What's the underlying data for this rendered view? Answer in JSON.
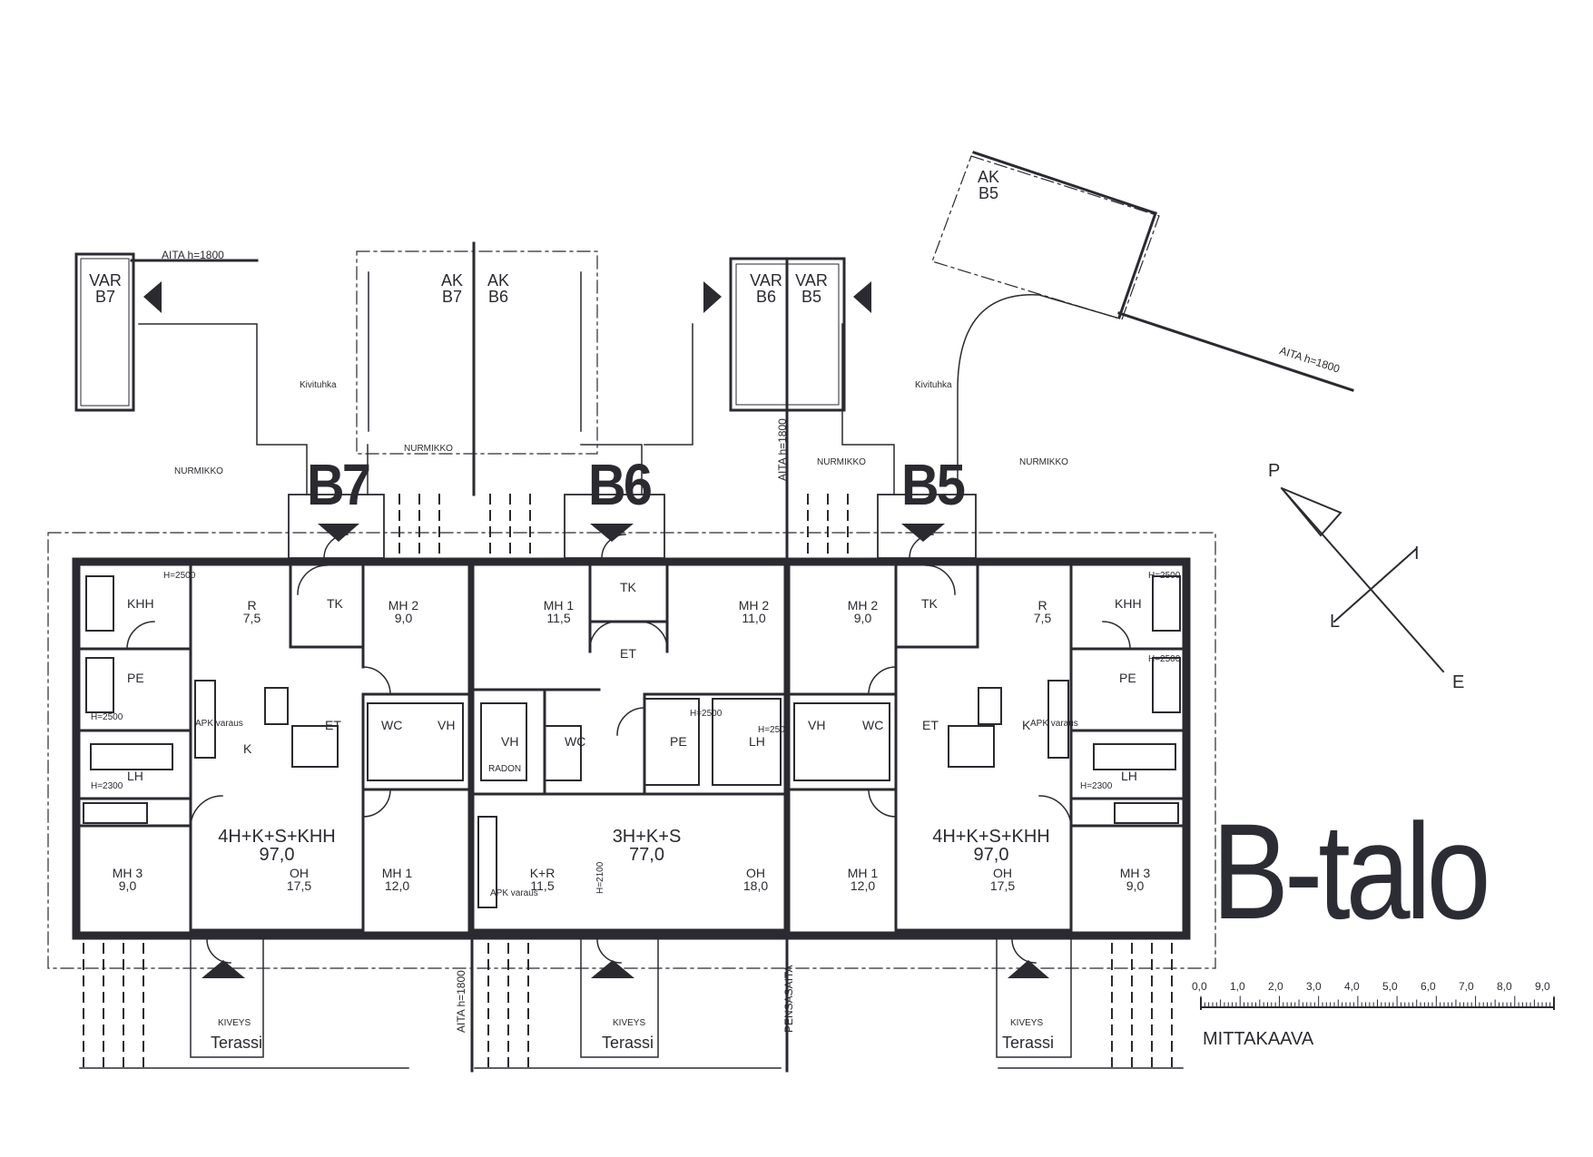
{
  "title": "B-talo",
  "units": [
    "B7",
    "B6",
    "B5"
  ],
  "scale": {
    "label": "MITTAKAAVA",
    "ticks": [
      "0,0",
      "1,0",
      "2,0",
      "3,0",
      "4,0",
      "5,0",
      "6,0",
      "7,0",
      "8,0",
      "9,0"
    ]
  },
  "compass": {
    "p": "P",
    "i": "I",
    "l": "L",
    "e": "E"
  },
  "outbuildings": {
    "var_b7": [
      "VAR",
      "B7"
    ],
    "ak_b7": [
      "AK",
      "B7"
    ],
    "ak_b6": [
      "AK",
      "B6"
    ],
    "var_b6": [
      "VAR",
      "B6"
    ],
    "var_b5": [
      "VAR",
      "B5"
    ],
    "ak_b5": [
      "AK",
      "B5"
    ]
  },
  "site": {
    "fence": "AITA h=1800",
    "hedge": "PENSASAITA",
    "lawn": "NURMIKKO",
    "stone_ash": "Kivituhka",
    "paving": "KIVEYS",
    "terrace": "Terassi"
  },
  "apartments": {
    "b7": {
      "type": "4H+K+S+KHH",
      "area": "97,0",
      "rooms": {
        "khh": "KHH",
        "pe": "PE",
        "lh": "LH",
        "k": "K",
        "apk": "APK varaus",
        "r": [
          "R",
          "7,5"
        ],
        "tk": "TK",
        "mh2": [
          "MH 2",
          "9,0"
        ],
        "et": "ET",
        "wc": "WC",
        "vh": "VH",
        "mh3": [
          "MH 3",
          "9,0"
        ],
        "oh": [
          "OH",
          "17,5"
        ],
        "mh1": [
          "MH 1",
          "12,0"
        ],
        "h2500a": "H=2500",
        "h2500b": "H=2500",
        "h2300": "H=2300"
      }
    },
    "b6": {
      "type": "3H+K+S",
      "area": "77,0",
      "rooms": {
        "mh1": [
          "MH 1",
          "11,5"
        ],
        "tk": "TK",
        "et": "ET",
        "mh2": [
          "MH 2",
          "11,0"
        ],
        "vh": "VH",
        "wc": "WC",
        "radon": "RADON",
        "pe": "PE",
        "lh": "LH",
        "kr": [
          "K+R",
          "11,5"
        ],
        "apk": "APK varaus",
        "oh": [
          "OH",
          "18,0"
        ],
        "h2500a": "H=2500",
        "h2500b": "H=2500",
        "h2100": "H=2100"
      }
    },
    "b5": {
      "type": "4H+K+S+KHH",
      "area": "97,0",
      "rooms": {
        "mh2": [
          "MH 2",
          "9,0"
        ],
        "tk": "TK",
        "r": [
          "R",
          "7,5"
        ],
        "khh": "KHH",
        "pe": "PE",
        "vh": "VH",
        "wc": "WC",
        "et": "ET",
        "k": "K",
        "apk": "APK varaus",
        "lh": "LH",
        "mh1": [
          "MH 1",
          "12,0"
        ],
        "oh": [
          "OH",
          "17,5"
        ],
        "mh3": [
          "MH 3",
          "9,0"
        ],
        "h2500a": "H=2500",
        "h2500b": "H=2500",
        "h2300": "H=2300"
      }
    }
  }
}
